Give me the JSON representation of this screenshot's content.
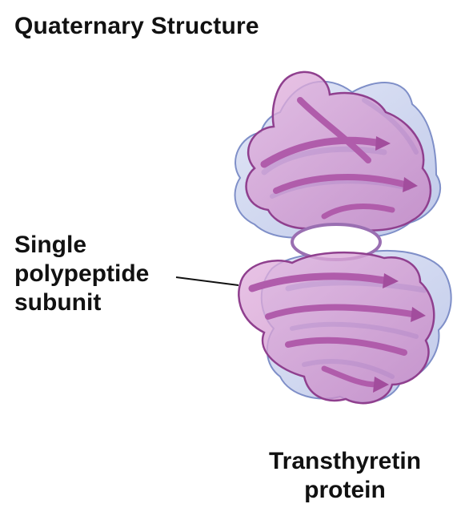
{
  "title": "Quaternary Structure",
  "subunit_label": {
    "line1": "Single",
    "line2": "polypeptide",
    "line3": "subunit"
  },
  "protein_label": {
    "line1": "Transthyretin",
    "line2": "protein"
  },
  "colors": {
    "magenta_subunit_fill": "#c98bc8",
    "magenta_subunit_edge": "#8f3f8e",
    "magenta_strand": "#b05cab",
    "blue_subunit_fill": "#b9c4e6",
    "blue_subunit_edge": "#7f8fc8",
    "blue_strand": "#8f9fd6",
    "leader_line": "#111111"
  }
}
